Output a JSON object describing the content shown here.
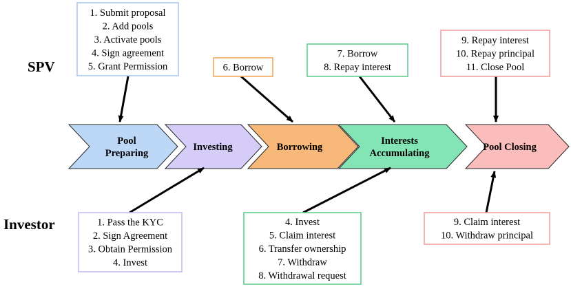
{
  "roles": {
    "spv": "SPV",
    "investor": "Investor"
  },
  "stages": [
    {
      "lines": [
        "Pool",
        "Preparing"
      ],
      "fill": "#bcd8f6",
      "stroke": "#222222"
    },
    {
      "lines": [
        "Investing"
      ],
      "fill": "#d5ccf8",
      "stroke": "#222222"
    },
    {
      "lines": [
        "Borrowing"
      ],
      "fill": "#f8b87a",
      "stroke": "#222222"
    },
    {
      "lines": [
        "Interests",
        "Accumulating"
      ],
      "fill": "#83e4b5",
      "stroke": "#222222"
    },
    {
      "lines": [
        "Pool Closing"
      ],
      "fill": "#fbbcbc",
      "stroke": "#222222"
    }
  ],
  "spv_boxes": [
    {
      "stage": 0,
      "border": "#aac6ee",
      "lines": [
        "1. Submit proposal",
        "2. Add pools",
        "3. Activate pools",
        "4. Sign agreement",
        "5. Grant Permission"
      ]
    },
    {
      "stage": 2,
      "border": "#f0a85c",
      "lines": [
        "6. Borrow"
      ]
    },
    {
      "stage": 3,
      "border": "#5fcf8f",
      "lines": [
        "7. Borrow",
        "8. Repay interest"
      ]
    },
    {
      "stage": 4,
      "border": "#f2a0a0",
      "lines": [
        "9. Repay interest",
        "10. Repay principal",
        "11. Close Pool"
      ]
    }
  ],
  "investor_boxes": [
    {
      "stage": 1,
      "border": "#c9bdf2",
      "lines": [
        "1. Pass the KYC",
        "2. Sign Agreement",
        "3. Obtain Permission",
        "4. Invest"
      ]
    },
    {
      "stage": 3,
      "border": "#5fcf8f",
      "lines": [
        "4. Invest",
        "5. Claim interest",
        "6. Transfer ownership",
        "7. Withdraw",
        "8. Withdrawal request"
      ]
    },
    {
      "stage": 4,
      "border": "#f2a0a0",
      "lines": [
        "9. Claim interest",
        "10. Withdraw principal"
      ]
    }
  ]
}
